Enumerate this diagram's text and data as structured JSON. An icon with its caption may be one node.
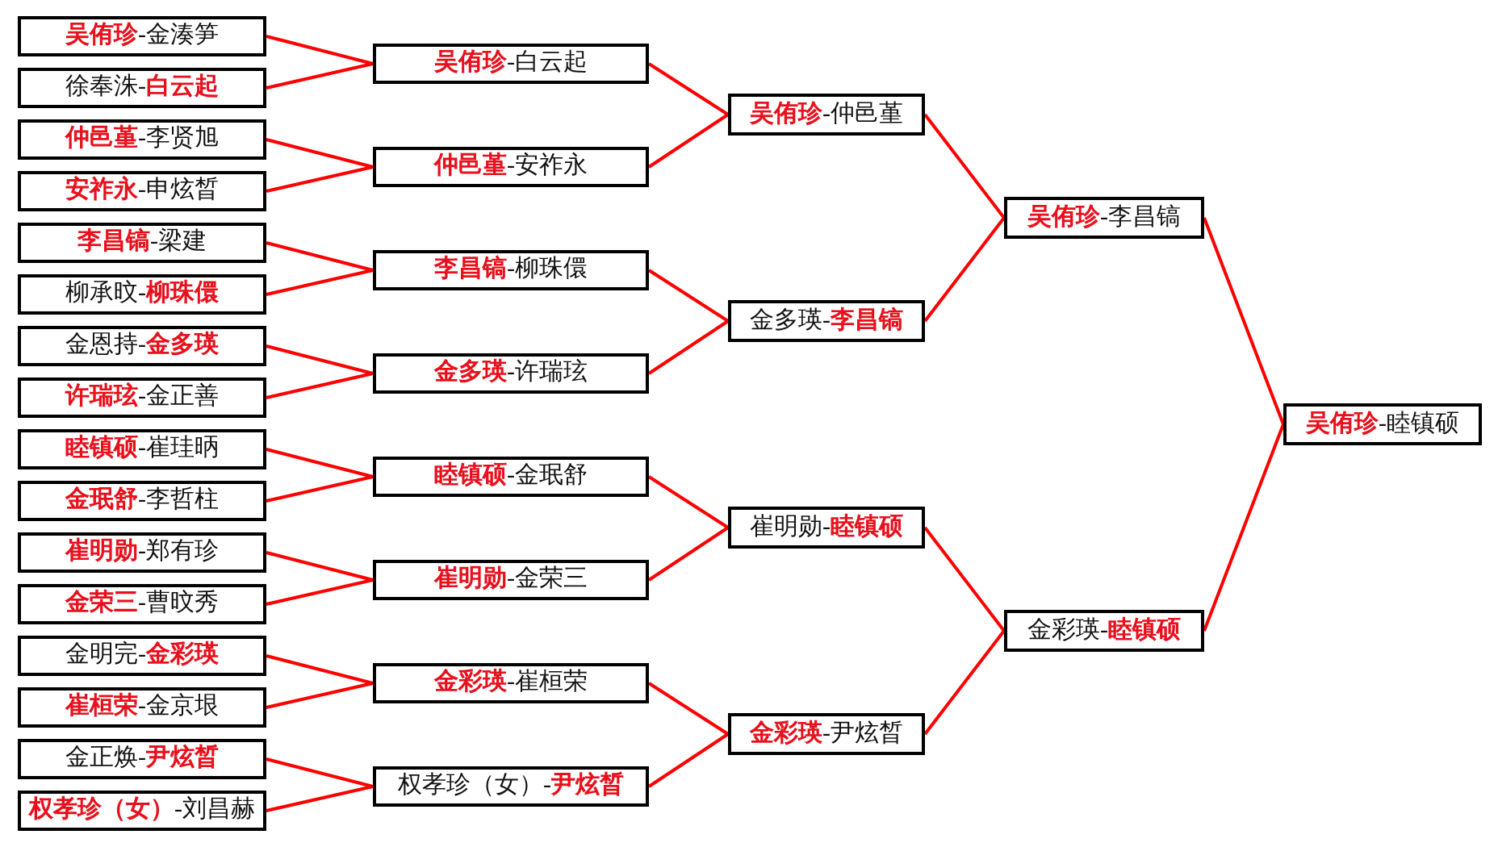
{
  "diagram": {
    "nodes": [
      {
        "text": [
          "**吴侑珍**-金湊笋"
        ]
      },
      {
        "text": [
          "徐奉洙-**白云起**"
        ]
      },
      {
        "text": [
          "**仲邑堇**-李贤旭"
        ]
      },
      {
        "text": [
          "**安祚永**-申炫晳"
        ]
      },
      {
        "text": [
          "**李昌镐**-梁建"
        ]
      },
      {
        "text": [
          "柳承旼-**柳珠儇**"
        ]
      },
      {
        "text": [
          "金恩持-**金多瑛**"
        ]
      },
      {
        "text": [
          "**许瑞玹**-金正善"
        ]
      },
      {
        "text": [
          "**睦镇硕**-崔珪昞"
        ]
      },
      {
        "text": [
          "**金珉舒**-李哲柱"
        ]
      },
      {
        "text": [
          "**崔明勋**-郑有珍"
        ]
      },
      {
        "text": [
          "**金荣三**-曹旼秀"
        ]
      },
      {
        "text": [
          "金明完-**金彩瑛**"
        ]
      },
      {
        "text": [
          "**崔桓荣**-金京垠"
        ]
      },
      {
        "text": [
          "金正焕-**尹炫晳**"
        ]
      },
      {
        "text": [
          "**权孝珍（女）**-刘昌赫"
        ]
      },
      {
        "text": [
          "**吴侑珍**-白云起"
        ]
      },
      {
        "text": [
          "**仲邑堇**-安祚永"
        ]
      },
      {
        "text": [
          "**李昌镐**-柳珠儇"
        ]
      },
      {
        "text": [
          "**金多瑛**-许瑞玹"
        ]
      },
      {
        "text": [
          "**睦镇硕**-金珉舒"
        ]
      },
      {
        "text": [
          "**崔明勋**-金荣三"
        ]
      },
      {
        "text": [
          "**金彩瑛**-崔桓荣"
        ]
      },
      {
        "text": [
          "权孝珍（女）-**尹炫晳**"
        ]
      },
      {
        "text": [
          "**吴侑珍**-仲邑堇"
        ]
      },
      {
        "text": [
          "金多瑛-**李昌镐**"
        ]
      },
      {
        "text": [
          "崔明勋-**睦镇硕**"
        ]
      },
      {
        "text": [
          "**金彩瑛**-尹炫晳"
        ]
      },
      {
        "text": [
          "**吴侑珍**-李昌镐"
        ]
      },
      {
        "text": [
          "金彩瑛-**睦镇硕**"
        ]
      },
      {
        "text": [
          "**吴侑珍**-睦镇硕"
        ]
      }
    ],
    "edges": [
      {
        "from": 0,
        "to": 16,
        "arrow": "none"
      },
      {
        "from": 1,
        "to": 16,
        "arrow": "none"
      },
      {
        "from": 2,
        "to": 17,
        "arrow": "none"
      },
      {
        "from": 3,
        "to": 17,
        "arrow": "none"
      },
      {
        "from": 4,
        "to": 18,
        "arrow": "none"
      },
      {
        "from": 5,
        "to": 18,
        "arrow": "none"
      },
      {
        "from": 6,
        "to": 19,
        "arrow": "none"
      },
      {
        "from": 7,
        "to": 19,
        "arrow": "none"
      },
      {
        "from": 8,
        "to": 20,
        "arrow": "none"
      },
      {
        "from": 9,
        "to": 20,
        "arrow": "none"
      },
      {
        "from": 10,
        "to": 21,
        "arrow": "none"
      },
      {
        "from": 11,
        "to": 21,
        "arrow": "none"
      },
      {
        "from": 12,
        "to": 22,
        "arrow": "none"
      },
      {
        "from": 13,
        "to": 22,
        "arrow": "none"
      },
      {
        "from": 14,
        "to": 23,
        "arrow": "none"
      },
      {
        "from": 15,
        "to": 23,
        "arrow": "none"
      },
      {
        "from": 16,
        "to": 24,
        "arrow": "none"
      },
      {
        "from": 17,
        "to": 24,
        "arrow": "none"
      },
      {
        "from": 18,
        "to": 25,
        "arrow": "none"
      },
      {
        "from": 19,
        "to": 25,
        "arrow": "none"
      },
      {
        "from": 20,
        "to": 26,
        "arrow": "none"
      },
      {
        "from": 21,
        "to": 26,
        "arrow": "none"
      },
      {
        "from": 22,
        "to": 27,
        "arrow": "none"
      },
      {
        "from": 23,
        "to": 27,
        "arrow": "none"
      },
      {
        "from": 24,
        "to": 28,
        "arrow": "none"
      },
      {
        "from": 25,
        "to": 28,
        "arrow": "none"
      },
      {
        "from": 26,
        "to": 29,
        "arrow": "none"
      },
      {
        "from": 27,
        "to": 29,
        "arrow": "none"
      },
      {
        "from": 28,
        "to": 30,
        "arrow": "none"
      },
      {
        "from": 29,
        "to": 30,
        "arrow": "none"
      }
    ]
  }
}
